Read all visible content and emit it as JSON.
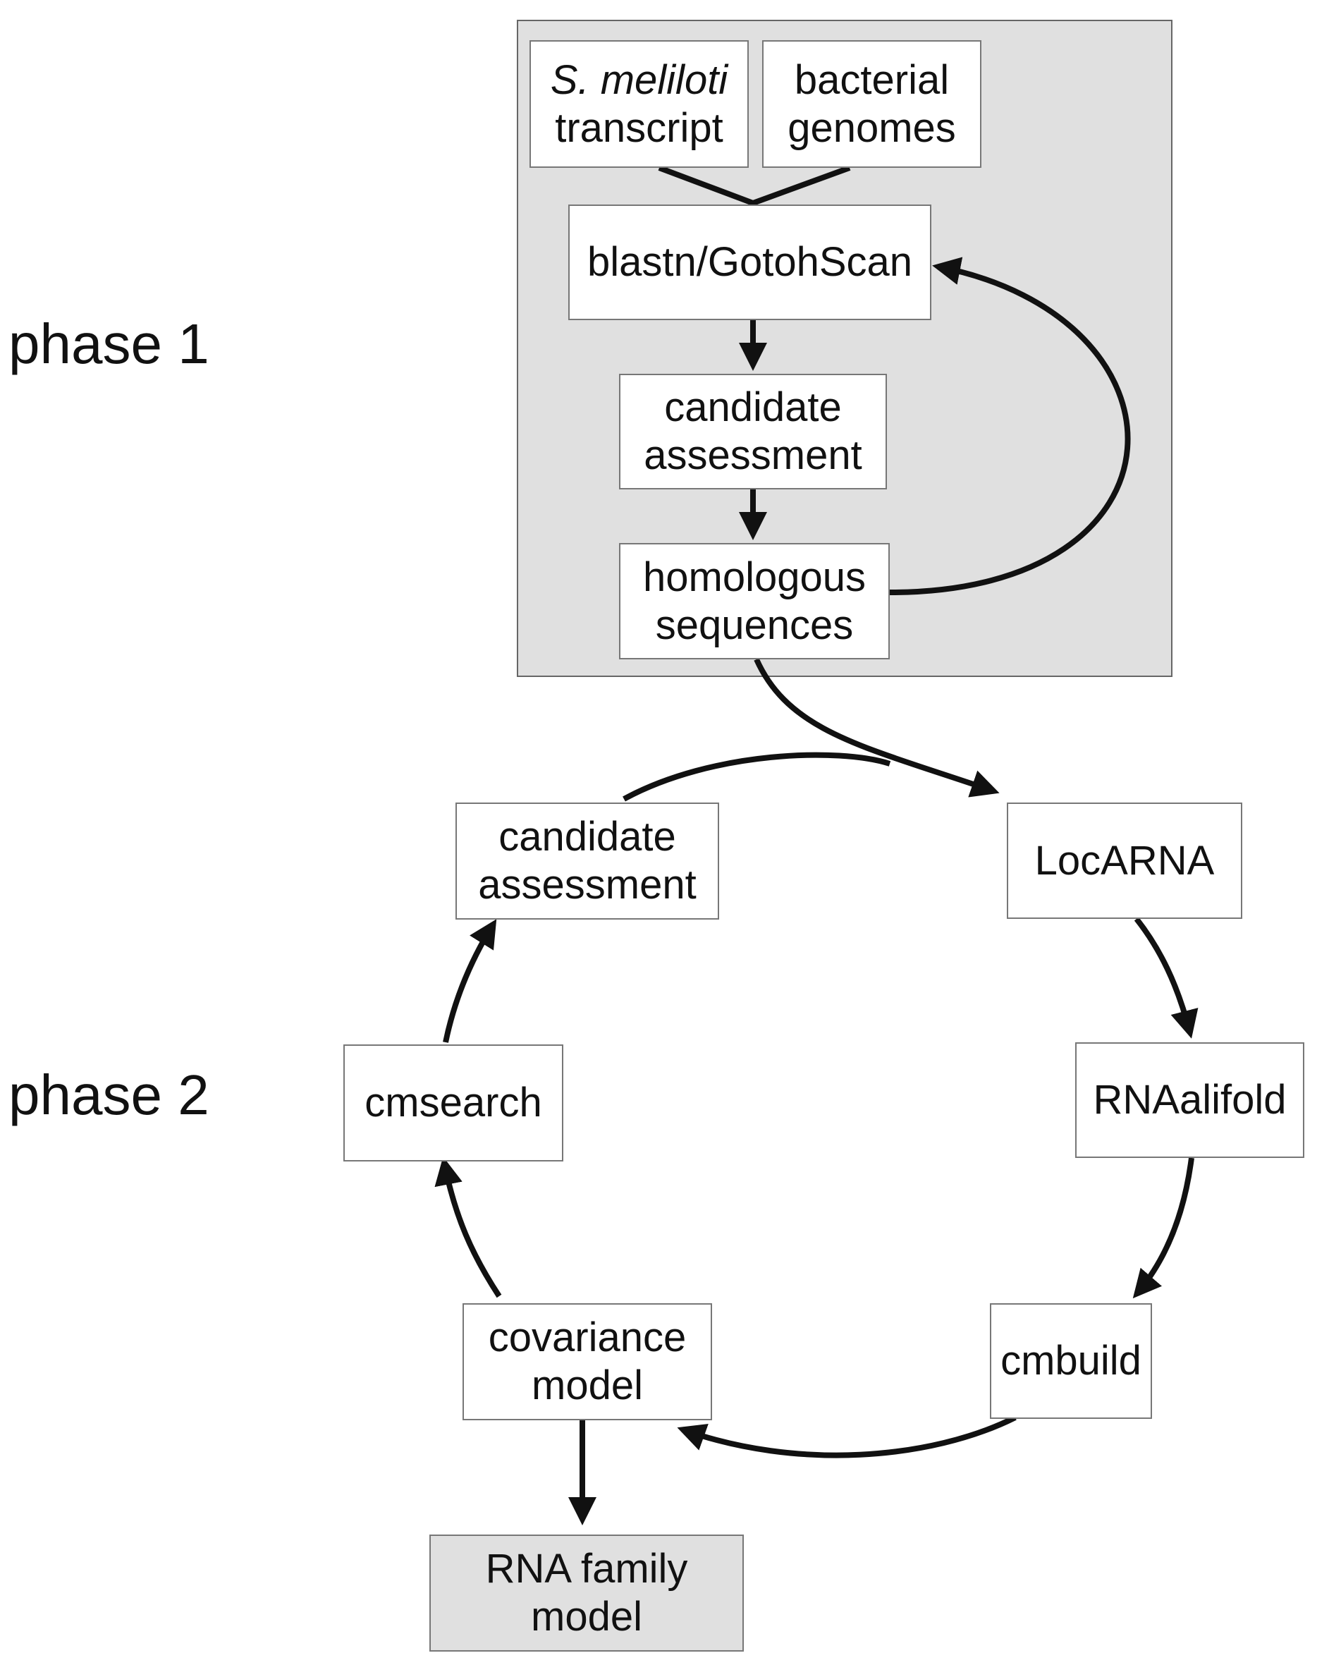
{
  "phases": {
    "phase1": "phase 1",
    "phase2": "phase 2"
  },
  "nodes": {
    "transcript": {
      "line1": "S. meliloti",
      "line2": "transcript"
    },
    "genomes": {
      "line1": "bacterial",
      "line2": "genomes"
    },
    "blastn": {
      "line1": "blastn/GotohScan"
    },
    "assess1": {
      "line1": "candidate",
      "line2": "assessment"
    },
    "homologous": {
      "line1": "homologous",
      "line2": "sequences"
    },
    "locarna": {
      "line1": "LocARNA"
    },
    "rnaalifold": {
      "line1": "RNAalifold"
    },
    "cmbuild": {
      "line1": "cmbuild"
    },
    "covariance": {
      "line1": "covariance",
      "line2": "model"
    },
    "cmsearch": {
      "line1": "cmsearch"
    },
    "assess2": {
      "line1": "candidate",
      "line2": "assessment"
    },
    "family": {
      "line1": "RNA family",
      "line2": "model"
    }
  },
  "colors": {
    "panel": "#e0e0e0",
    "box_border": "#777777",
    "arrow": "#111111"
  }
}
